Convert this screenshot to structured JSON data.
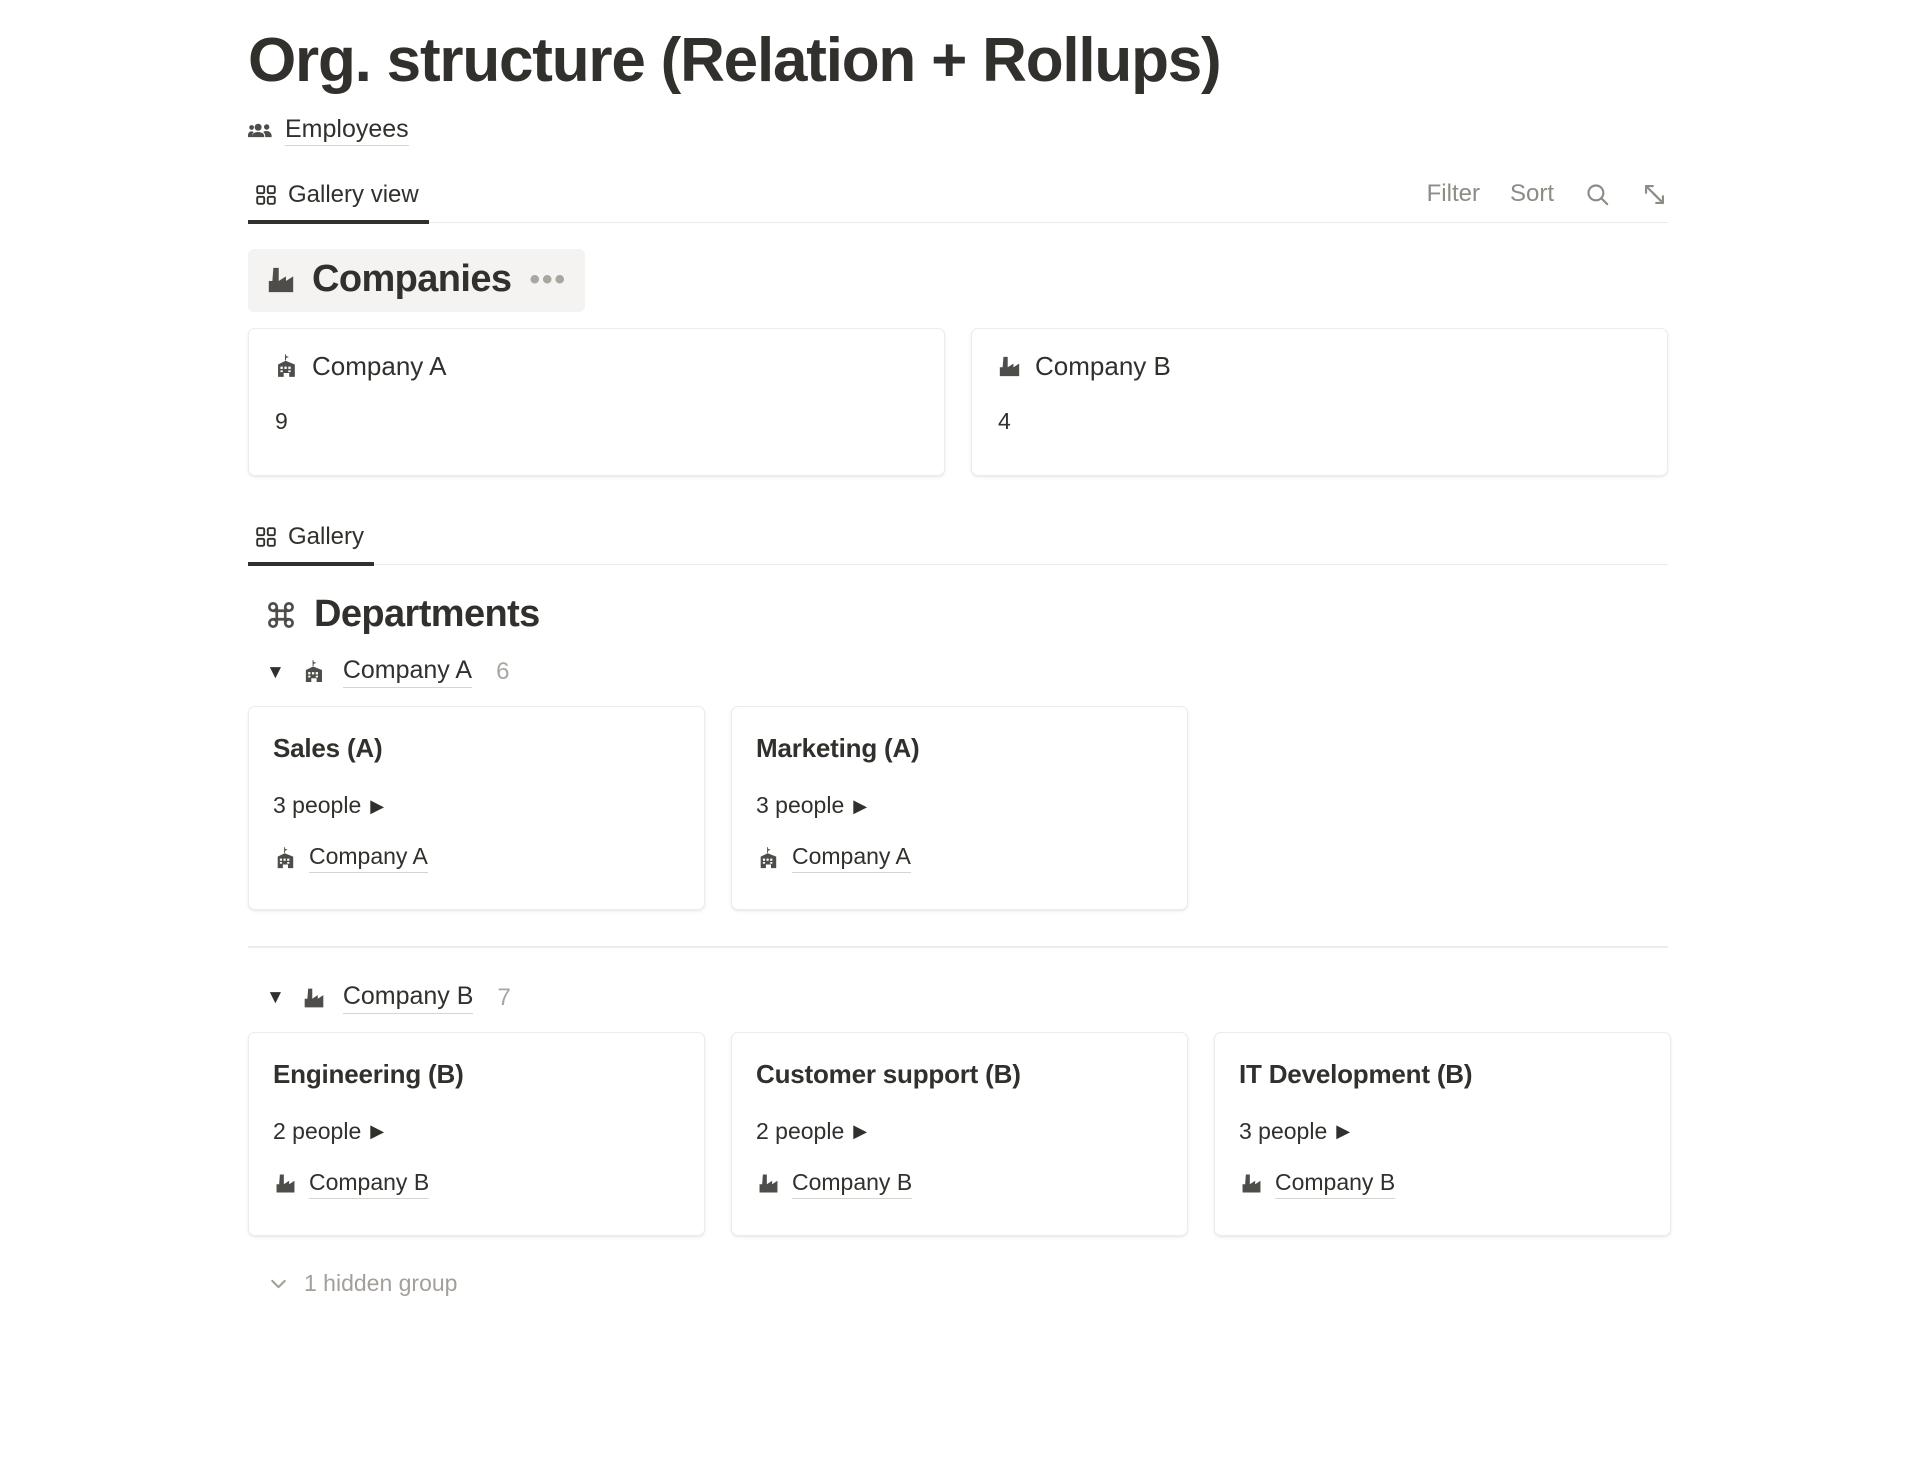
{
  "page": {
    "title": "Org. structure (Relation + Rollups)"
  },
  "employees_link": {
    "icon": "people-group-icon",
    "label": "Employees"
  },
  "view_bar": {
    "tabs": [
      {
        "label": "Gallery view",
        "icon": "gallery-grid-icon",
        "active": true
      }
    ],
    "tools": {
      "filter_label": "Filter",
      "sort_label": "Sort",
      "search_icon": "search-icon",
      "expand_icon": "expand-diagonal-icon"
    }
  },
  "companies_section": {
    "icon": "factory-icon",
    "title": "Companies",
    "menu_label": "•••",
    "cards": [
      {
        "icon": "school-building-icon",
        "title": "Company A",
        "value": "9"
      },
      {
        "icon": "factory-icon",
        "title": "Company B",
        "value": "4"
      }
    ]
  },
  "departments_view_bar": {
    "tabs": [
      {
        "label": "Gallery",
        "icon": "gallery-grid-icon",
        "active": true
      }
    ]
  },
  "departments_section": {
    "icon": "command-icon",
    "title": "Departments",
    "groups": [
      {
        "caret": "▼",
        "icon": "school-building-icon",
        "name": "Company A",
        "count": "6",
        "cards": [
          {
            "title": "Sales (A)",
            "people": "3 people",
            "people_arrow": "▶",
            "relation_icon": "school-building-icon",
            "relation": "Company A"
          },
          {
            "title": "Marketing (A)",
            "people": "3 people",
            "people_arrow": "▶",
            "relation_icon": "school-building-icon",
            "relation": "Company A"
          }
        ]
      },
      {
        "caret": "▼",
        "icon": "factory-icon",
        "name": "Company B",
        "count": "7",
        "cards": [
          {
            "title": "Engineering (B)",
            "people": "2 people",
            "people_arrow": "▶",
            "relation_icon": "factory-icon",
            "relation": "Company B"
          },
          {
            "title": "Customer support (B)",
            "people": "2 people",
            "people_arrow": "▶",
            "relation_icon": "factory-icon",
            "relation": "Company B"
          },
          {
            "title": "IT Development (B)",
            "people": "3 people",
            "people_arrow": "▶",
            "relation_icon": "factory-icon",
            "relation": "Company B"
          }
        ]
      }
    ],
    "hidden_group": {
      "icon": "chevron-down-icon",
      "label": "1 hidden group"
    }
  },
  "colors": {
    "text": "#32302c",
    "muted": "#a9a6a0",
    "card_border": "#eeece9",
    "highlight_bg": "#f4f3f1"
  }
}
